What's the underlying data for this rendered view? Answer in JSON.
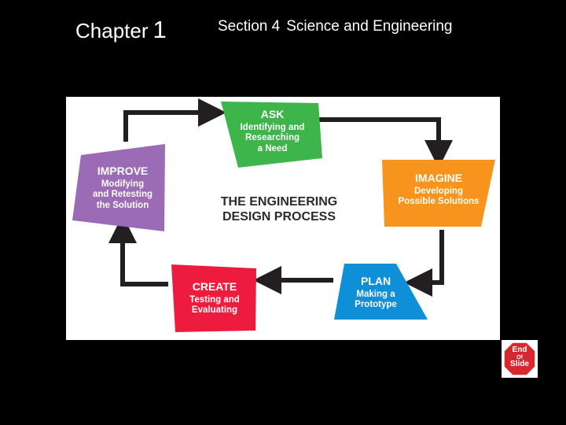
{
  "header": {
    "chapter_label": "Chapter",
    "chapter_number": "1",
    "section_number": "Section 4",
    "section_title": "Science and Engineering"
  },
  "diagram": {
    "center_title_line1": "THE ENGINEERING",
    "center_title_line2": "DESIGN PROCESS",
    "steps": [
      {
        "title": "ASK",
        "line1": "Identifying and",
        "line2": "Researching",
        "line3": "a Need",
        "color": "#3db54a"
      },
      {
        "title": "IMAGINE",
        "line1": "Developing",
        "line2": "Possible Solutions",
        "color": "#f7941d"
      },
      {
        "title": "PLAN",
        "line1": "Making a",
        "line2": "Prototype",
        "color": "#0f8fd8"
      },
      {
        "title": "CREATE",
        "line1": "Testing and",
        "line2": "Evaluating",
        "color": "#ed1c3f"
      },
      {
        "title": "IMPROVE",
        "line1": "Modifying",
        "line2": "and Retesting",
        "line3": "the Solution",
        "color": "#9b6bb5"
      }
    ],
    "arrow_color": "#231f20"
  },
  "end_slide": {
    "line1": "End",
    "line2": "Of",
    "line3": "Slide",
    "color": "#d7282f"
  }
}
